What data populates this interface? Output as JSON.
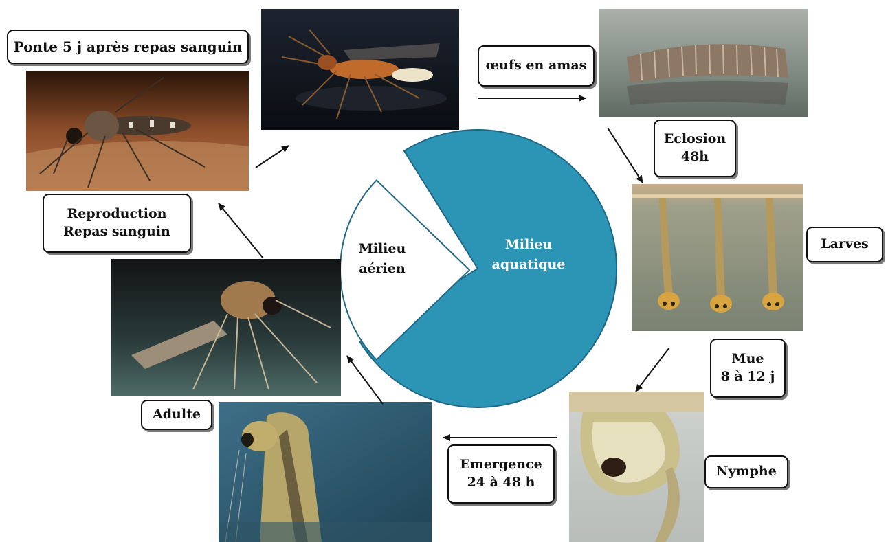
{
  "diagram": {
    "center": {
      "air_label": [
        "Milieu",
        "aérien"
      ],
      "water_label": [
        "Milieu",
        "aquatique"
      ],
      "water_color": "#2c95b5",
      "air_color": "#ffffff",
      "outline_color": "#1f6785"
    },
    "labels": {
      "ponte": [
        "Ponte 5 j après repas sanguin"
      ],
      "oeufs": [
        "œufs en amas"
      ],
      "eclosion": [
        "Eclosion",
        "48h"
      ],
      "larves": [
        "Larves"
      ],
      "mue": [
        "Mue",
        "8 à 12 j"
      ],
      "nymphe": [
        "Nymphe"
      ],
      "emergence": [
        "Emergence",
        "24 à 48 h"
      ],
      "adulte": [
        "Adulte"
      ],
      "reproduction": [
        "Reproduction",
        "Repas sanguin"
      ]
    },
    "photos": {
      "gravid_female": "gravid-mosquito-photo",
      "egg_raft": "egg-raft-photo",
      "larvae": "larvae-photo",
      "pupa": "pupa-photo",
      "emerging_adult": "emerging-adult-photo",
      "adult": "adult-mosquito-photo",
      "blood_meal": "blood-feeding-mosquito-photo"
    }
  }
}
